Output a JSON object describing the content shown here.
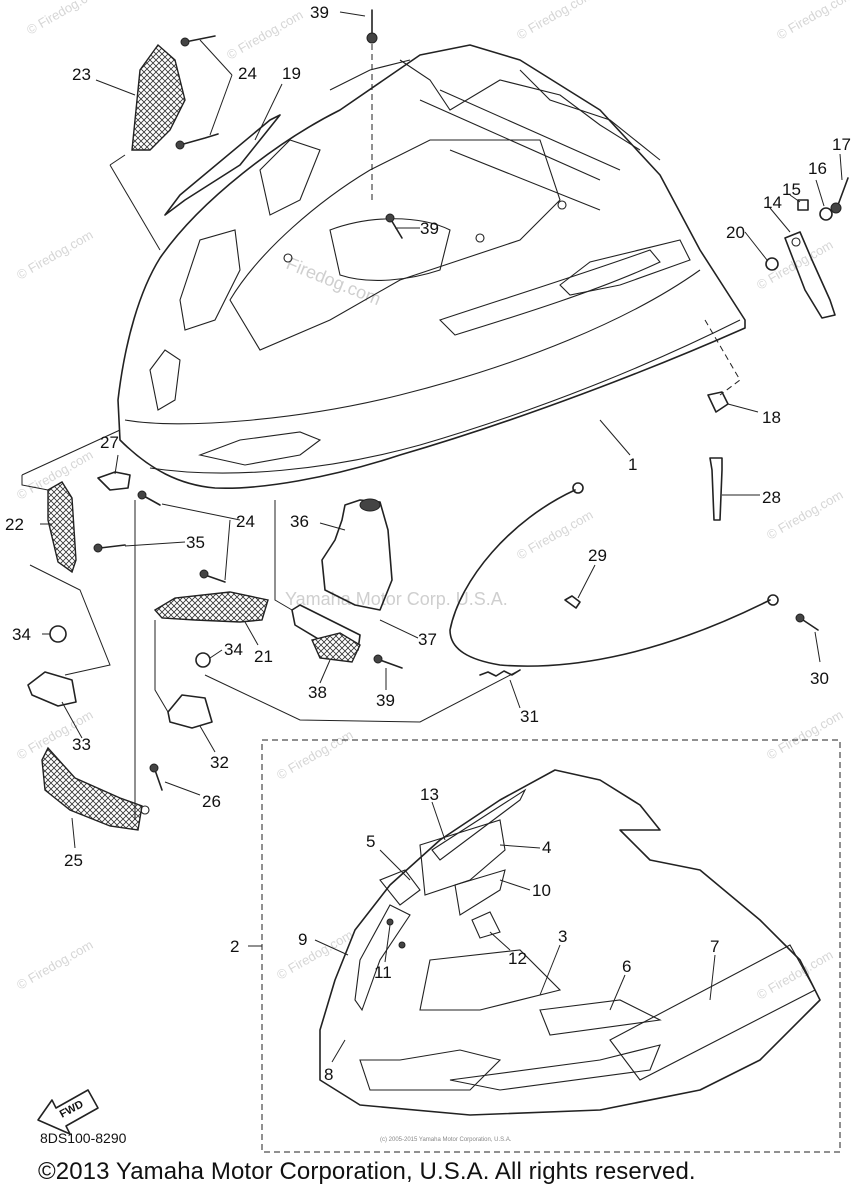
{
  "watermark": "© Firedog.com",
  "center_watermark": "Firedog.com",
  "part_watermark": "Yamaha Motor Corp. U.S.A.",
  "callouts": [
    "1",
    "2",
    "3",
    "4",
    "5",
    "6",
    "7",
    "8",
    "9",
    "10",
    "11",
    "12",
    "13",
    "14",
    "15",
    "16",
    "17",
    "18",
    "19",
    "20",
    "21",
    "22",
    "23",
    "24",
    "25",
    "26",
    "27",
    "28",
    "29",
    "30",
    "31",
    "32",
    "33",
    "34",
    "35",
    "36",
    "37",
    "38",
    "39"
  ],
  "fwd_label": "FWD",
  "diagram_code": "8DS100-8290",
  "fine_print": "(c) 2005-2015 Yamaha Motor Corporation, U.S.A.",
  "copyright": "©2013 Yamaha Motor Corporation, U.S.A. All rights reserved."
}
